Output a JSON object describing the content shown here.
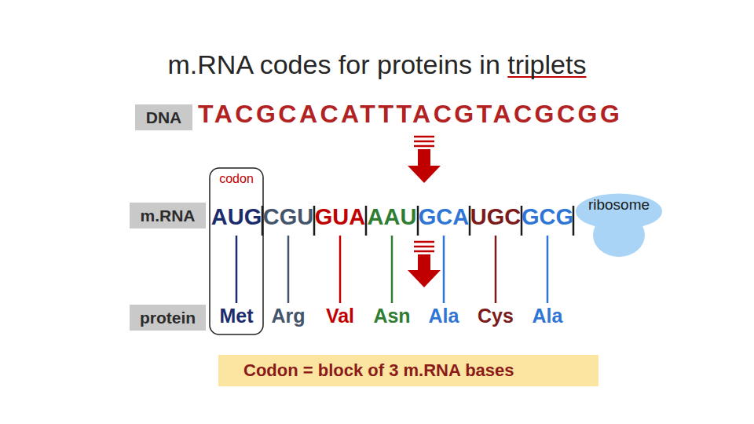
{
  "diagram": {
    "title": "m.RNA codes for proteins in triplets",
    "nodes": [
      {
        "text": [
          "DNA"
        ]
      },
      {
        "text": [
          "m.RNA"
        ]
      },
      {
        "text": [
          "ribosome"
        ]
      },
      {
        "text": [
          "protein"
        ]
      },
      {
        "text": [
          "Codon = block of 3 m.RNA bases"
        ]
      }
    ],
    "labels": [
      "TACGCACATTTACGTACGCGG",
      "codon",
      "AUG",
      "CGU",
      "GUA",
      "AAU",
      "GCA",
      "UGC",
      "GCG",
      "Met",
      "Arg",
      "Val",
      "Asn",
      "Ala",
      "Cys",
      "Ala"
    ]
  }
}
